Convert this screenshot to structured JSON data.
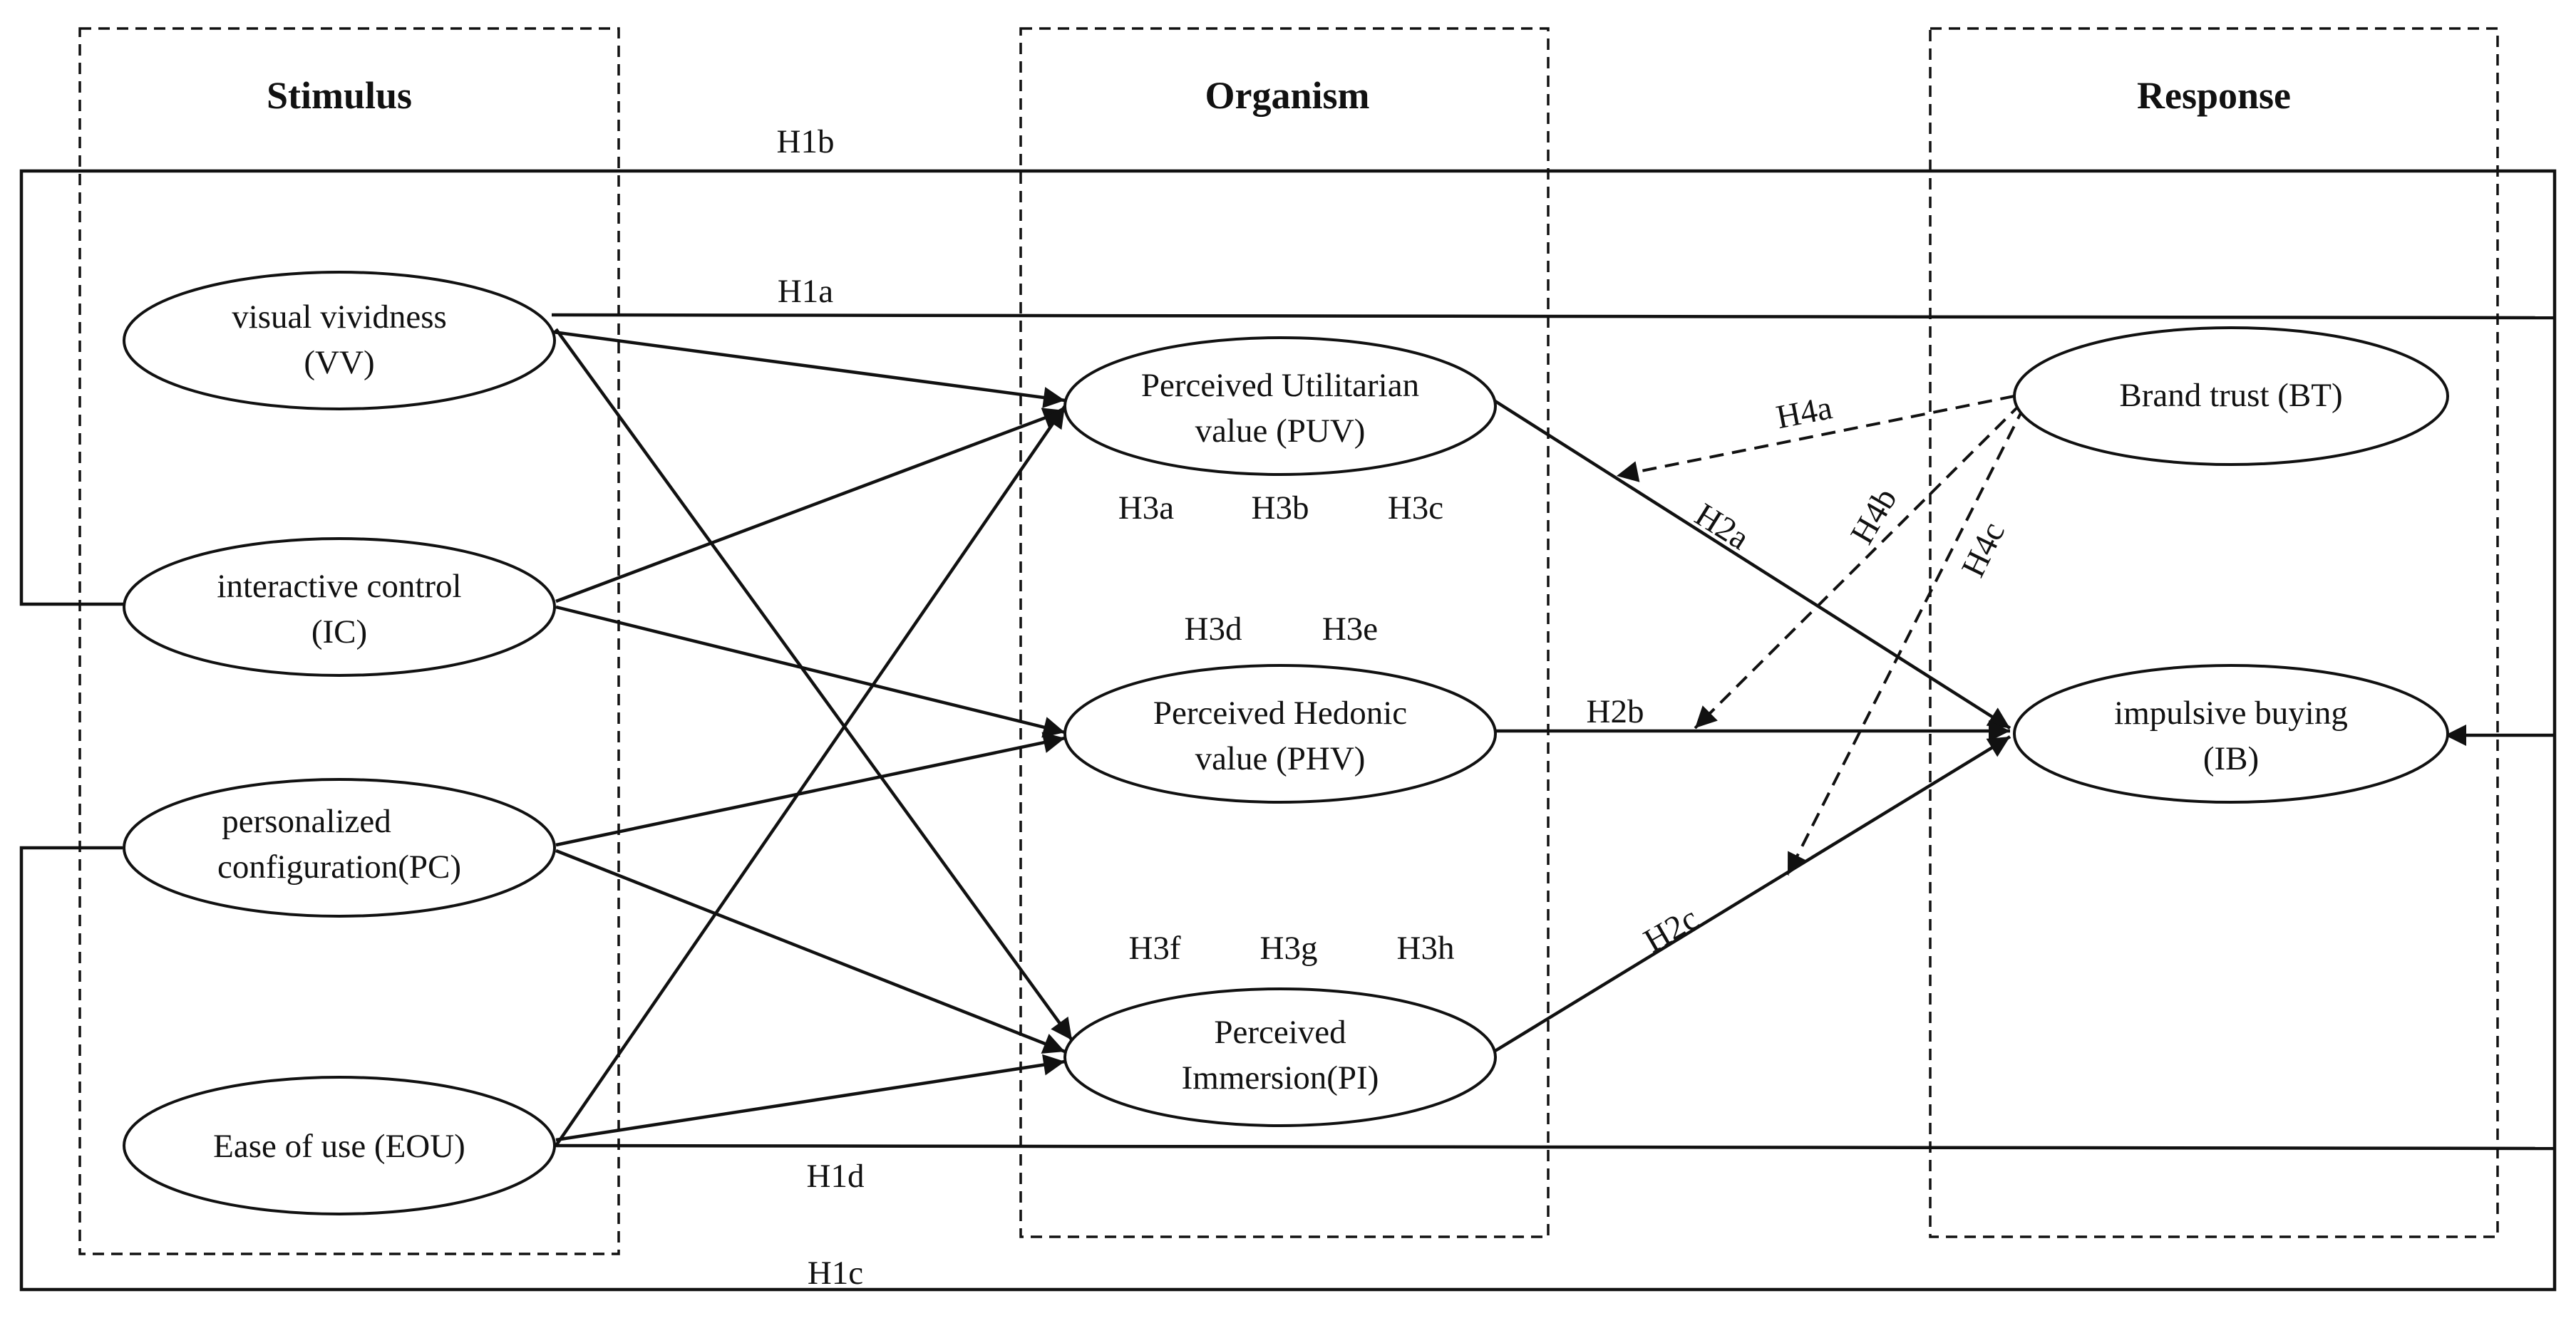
{
  "groups": {
    "stimulus": "Stimulus",
    "organism": "Organism",
    "response": "Response"
  },
  "nodes": {
    "vv": {
      "line1": "visual vividness",
      "line2": "(VV)"
    },
    "ic": {
      "line1": "interactive control",
      "line2": "(IC)"
    },
    "pc": {
      "line1": "personalized",
      "line2": "configuration(PC)"
    },
    "eou": {
      "line1": "Ease of use (EOU)"
    },
    "puv": {
      "line1": "Perceived Utilitarian",
      "line2": "value (PUV)"
    },
    "phv": {
      "line1": "Perceived Hedonic",
      "line2": "value (PHV)"
    },
    "pi": {
      "line1": "Perceived",
      "line2": "Immersion(PI)"
    },
    "bt": {
      "line1": "Brand trust (BT)"
    },
    "ib": {
      "line1": "impulsive buying",
      "line2": "(IB)"
    }
  },
  "hypotheses": {
    "h1a": "H1a",
    "h1b": "H1b",
    "h1c": "H1c",
    "h1d": "H1d",
    "h2a": "H2a",
    "h2b": "H2b",
    "h2c": "H2c",
    "h3a": "H3a",
    "h3b": "H3b",
    "h3c": "H3c",
    "h3d": "H3d",
    "h3e": "H3e",
    "h3f": "H3f",
    "h3g": "H3g",
    "h3h": "H3h",
    "h4a": "H4a",
    "h4b": "H4b",
    "h4c": "H4c"
  }
}
